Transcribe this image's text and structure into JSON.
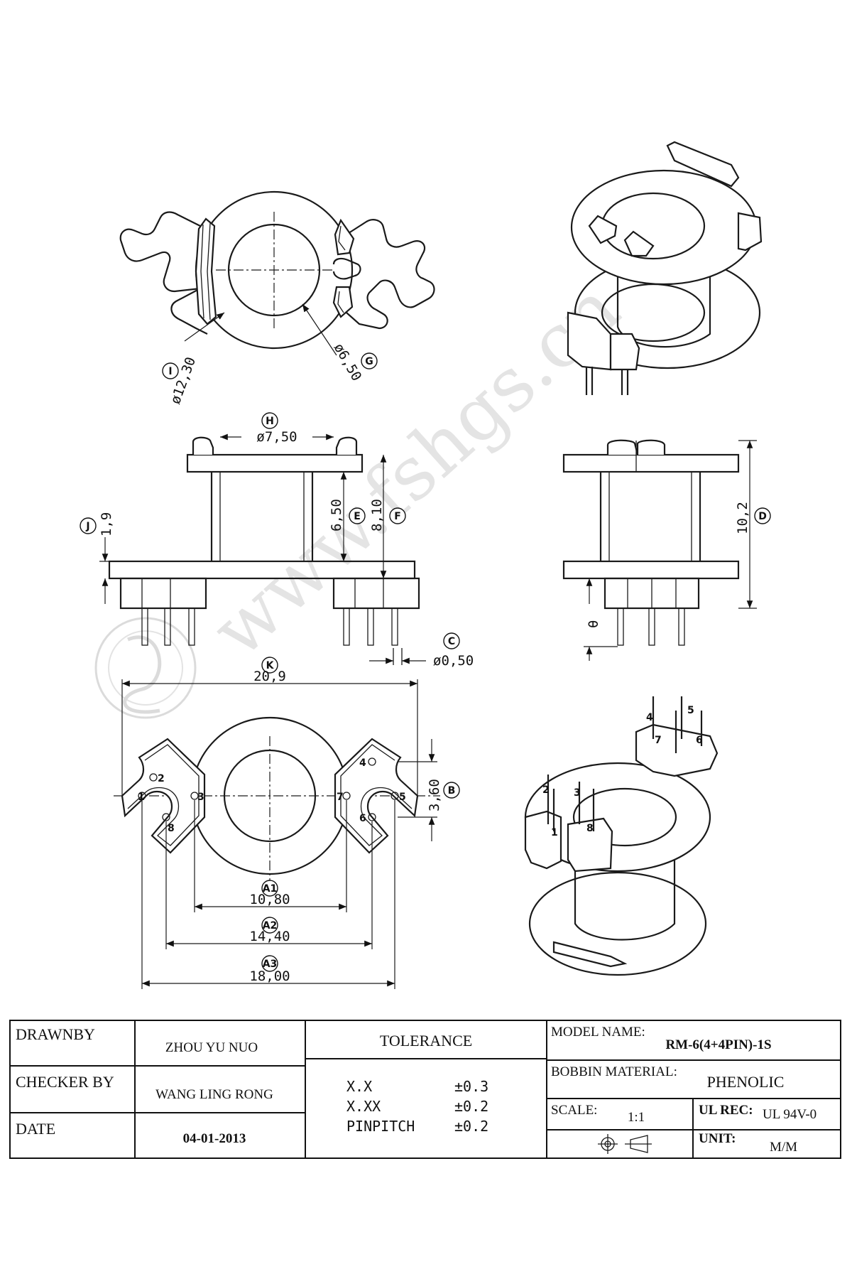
{
  "dimensions": {
    "I": {
      "letter": "I",
      "value": "ø12,30"
    },
    "G": {
      "letter": "G",
      "value": "ø6,50"
    },
    "H": {
      "letter": "H",
      "value": "ø7,50"
    },
    "E": {
      "letter": "E",
      "value": "6,50"
    },
    "F": {
      "letter": "F",
      "value": "8,10"
    },
    "J": {
      "letter": "J",
      "value": "1,9"
    },
    "C": {
      "letter": "C",
      "value": "ø0,50"
    },
    "D": {
      "letter": "D",
      "value": "10,2"
    },
    "K": {
      "letter": "K",
      "value": "20,9"
    },
    "B": {
      "letter": "B",
      "value": "3,60"
    },
    "A1": {
      "letter": "A1",
      "value": "10,80"
    },
    "A2": {
      "letter": "A2",
      "value": "14,40"
    },
    "A3": {
      "letter": "A3",
      "value": "18,00"
    },
    "side_symbol": "θ"
  },
  "pins": [
    "1",
    "2",
    "3",
    "4",
    "5",
    "6",
    "7",
    "8"
  ],
  "watermark": "www.fshgs.cn",
  "title_block": {
    "drawnby_label": "DRAWNBY",
    "drawnby_value": "ZHOU YU NUO",
    "checker_label": "CHECKER BY",
    "checker_value": "WANG LING RONG",
    "date_label": "DATE",
    "date_value": "04-01-2013",
    "tolerance_label": "TOLERANCE",
    "tol_rows": [
      {
        "key": "X.X",
        "val": "±0.3"
      },
      {
        "key": "X.XX",
        "val": "±0.2"
      },
      {
        "key": "PINPITCH",
        "val": "±0.2"
      }
    ],
    "model_label": "MODEL NAME:",
    "model_value": "RM-6(4+4PIN)-1S",
    "material_label": "BOBBIN MATERIAL:",
    "material_value": "PHENOLIC",
    "scale_label": "SCALE:",
    "scale_value": "1:1",
    "ulrec_label": "UL REC:",
    "ulrec_value": "UL 94V-0",
    "unit_label": "UNIT:",
    "unit_value": "M/M"
  }
}
